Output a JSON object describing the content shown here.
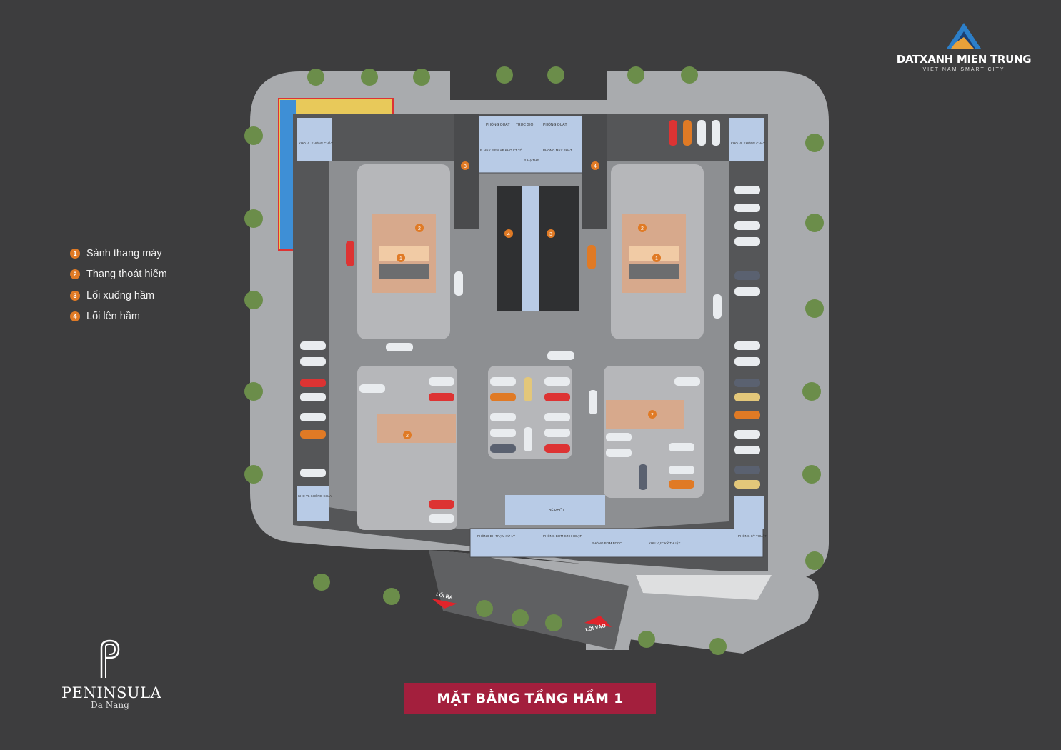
{
  "brand": {
    "name": "DATXANH MIEN TRUNG",
    "tagline": "VIET NAM SMART CITY",
    "colors": {
      "blue": "#2c7fc9",
      "navy": "#1b3f73"
    }
  },
  "legend": [
    {
      "num": "1",
      "label": "Sảnh thang máy"
    },
    {
      "num": "2",
      "label": "Thang thoát hiểm"
    },
    {
      "num": "3",
      "label": "Lối xuống hầm"
    },
    {
      "num": "4",
      "label": "Lối lên hầm"
    }
  ],
  "plan": {
    "exit_label": "LỐI RA",
    "entry_label": "LỐI VÀO",
    "rooms": {
      "phong_quat_1": "PHÒNG QUẠT",
      "tru_gio": "TRỤC GIÓ",
      "phong_quat_2": "PHÒNG QUẠT",
      "phong_may_bien_ap": "P. MÁY BIẾN ÁP KHÔ CT TỔ",
      "phong_may_phat": "PHÒNG MÁY PHÁT",
      "p_ha_the": "P. HẠ THẾ",
      "kho_chay_1": "KHO VL KHÔNG CHÁY",
      "kho_chay_2": "KHO VL KHÔNG CHÁY",
      "kho_chay_3": "KHO VL KHÔNG CHÁY",
      "be_phot": "BỂ PHỐT",
      "tram_xu_ly": "PHÒNG ĐH TRẠM XỬ LÝ",
      "sinh_hoat": "PHÒNG BƠM SINH HOẠT",
      "bom_pccc": "PHÒNG BƠM PCCC",
      "khu_ky_thuat": "KHU VỰC KỸ THUẬT",
      "phong_ky_thuat": "PHÒNG KỸ THUẬT"
    },
    "colors": {
      "ground": "#3d3d3e",
      "sidewalk": "#a9abae",
      "parking": "#8d8f92",
      "road": "#5f6062",
      "room": "#b8cbe6",
      "marker": "#e07a25",
      "arrow": "#e0242b"
    }
  },
  "project": {
    "name": "PENINSULA",
    "city": "Da Nang"
  },
  "title": "MẶT BẰNG TẦNG HẦM 1"
}
